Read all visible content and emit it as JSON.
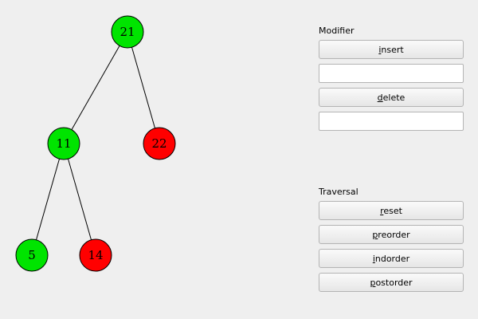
{
  "tree": {
    "nodes": [
      {
        "key": "21",
        "color": "#00e400",
        "parent": null
      },
      {
        "key": "11",
        "color": "#00e400",
        "parent": "21"
      },
      {
        "key": "22",
        "color": "#ff0000",
        "parent": "21"
      },
      {
        "key": "5",
        "color": "#00e400",
        "parent": "11"
      },
      {
        "key": "14",
        "color": "#ff0000",
        "parent": "11"
      }
    ]
  },
  "modifier": {
    "label": "Modifier",
    "insert_button": {
      "mnemonic": "i",
      "rest": "nsert"
    },
    "insert_value": "",
    "delete_button": {
      "mnemonic": "d",
      "rest": "elete"
    },
    "delete_value": ""
  },
  "traversal": {
    "label": "Traversal",
    "reset_button": {
      "mnemonic": "r",
      "rest": "eset"
    },
    "preorder_button": {
      "mnemonic": "p",
      "rest": "reorder"
    },
    "indorder_button": {
      "mnemonic": "i",
      "rest": "ndorder"
    },
    "postorder_button": {
      "mnemonic": "p",
      "rest": "ostorder"
    }
  }
}
